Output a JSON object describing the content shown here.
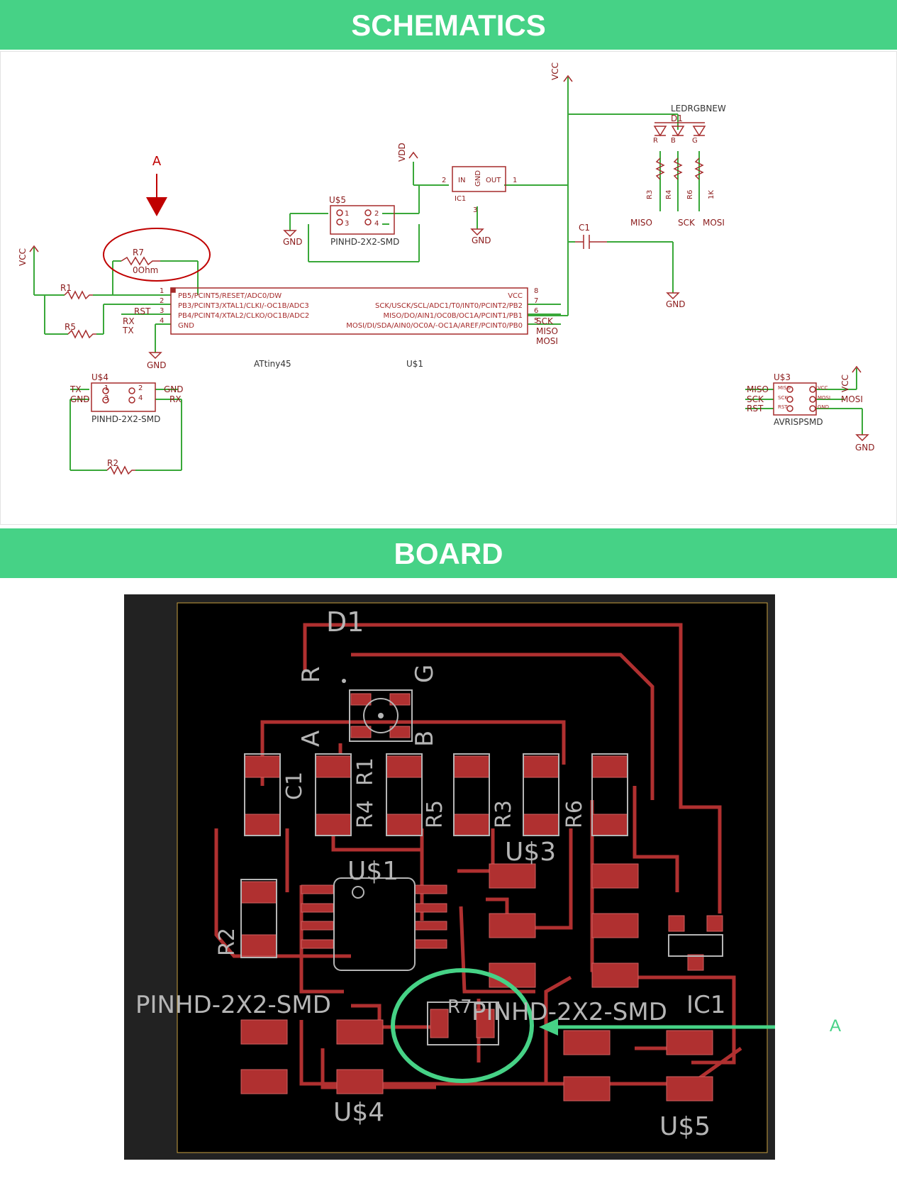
{
  "headers": {
    "schematics": "SCHEMATICS",
    "board": "BOARD"
  },
  "colors": {
    "accent": "#46d286",
    "wire": "#39a839",
    "symbol": "#a52a2a",
    "annotation": "#c00000",
    "trace": "#b03030",
    "board_bg": "#000000"
  },
  "schematic": {
    "annotation_label": "A",
    "power": {
      "vcc": "VCC",
      "vdd": "VDD",
      "gnd": "GND"
    },
    "resistors": {
      "r1": "R1",
      "r5": "R5",
      "r2": "R2",
      "r7": "R7",
      "r7_value": "0Ohm",
      "r3": "R3",
      "r4": "R4",
      "r6": "R6",
      "r_value": "1K"
    },
    "led": {
      "name": "LEDRGBNEW",
      "ref": "D1",
      "pins": [
        "R",
        "B",
        "G"
      ]
    },
    "capacitor": "C1",
    "regulator": {
      "ref": "IC1",
      "in": "IN",
      "gnd": "GND",
      "out": "OUT",
      "pin1": "1",
      "pin2": "2",
      "pin3": "3"
    },
    "u5": {
      "ref": "U$5",
      "part": "PINHD-2X2-SMD",
      "pins": [
        "1",
        "2",
        "3",
        "4"
      ]
    },
    "u4": {
      "ref": "U$4",
      "part": "PINHD-2X2-SMD",
      "pins": [
        "1",
        "2",
        "3",
        "4"
      ],
      "left": [
        "TX",
        "GND"
      ],
      "right": [
        "GND",
        "RX"
      ]
    },
    "u3": {
      "ref": "U$3",
      "part": "AVRISPSMD",
      "pins_left": [
        "MISO",
        "SCK",
        "RST"
      ],
      "pins_right": [
        "VCC",
        "MOSI",
        "GND"
      ],
      "net_left": [
        "MISO",
        "SCK",
        "RST"
      ],
      "net_right": "MOSI"
    },
    "u1": {
      "ref": "U$1",
      "part": "ATtiny45",
      "left_pins": [
        "PB5/PCINT5/RESET/ADC0/DW",
        "PB3/PCINT3/XTAL1/CLKI/-OC1B/ADC3",
        "PB4/PCINT4/XTAL2/CLKO/OC1B/ADC2",
        "GND"
      ],
      "right_pins": [
        "VCC",
        "SCK/USCK/SCL/ADC1/T0/INT0/PCINT2/PB2",
        "MISO/DO/AIN1/OC0B/OC1A/PCINT1/PB1",
        "MOSI/DI/SDA/AIN0/OC0A/-OC1A/AREF/PCINT0/PB0"
      ],
      "left_nums": [
        "1",
        "2",
        "3",
        "4"
      ],
      "right_nums": [
        "8",
        "7",
        "6",
        "5"
      ],
      "left_nets": [
        "RST",
        "RX",
        "TX"
      ],
      "right_nets": [
        "SCK",
        "MISO",
        "MOSI"
      ]
    },
    "nets": {
      "miso": "MISO",
      "sck": "SCK",
      "mosi": "MOSI"
    }
  },
  "board": {
    "annotation_label": "A",
    "labels": {
      "d1": "D1",
      "r": "R",
      "g": "G",
      "a": "A",
      "b": "B",
      "c1": "C1",
      "r4": "R4",
      "r1": "R1",
      "r5": "R5",
      "r3": "R3",
      "r6": "R6",
      "us3": "U$3",
      "us1": "U$1",
      "r2": "R2",
      "pinhd_left": "PINHD-2X2-SMD",
      "r7": "R7",
      "pinhd_right": "PINHD-2X2-SMD",
      "ic1": "IC1",
      "us4": "U$4",
      "us5": "U$5"
    }
  }
}
